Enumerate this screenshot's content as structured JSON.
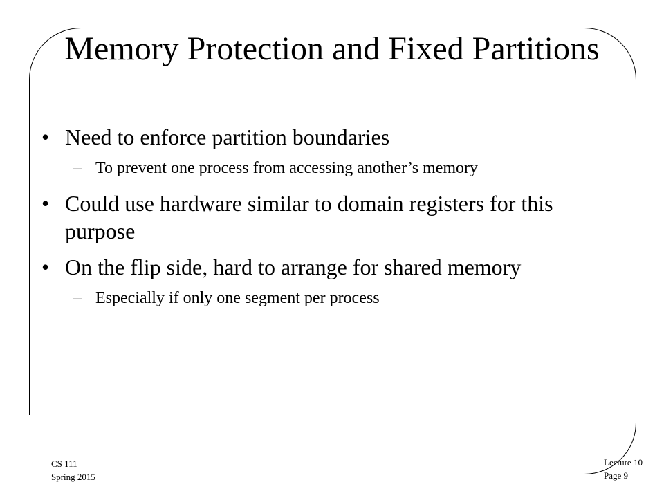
{
  "slide": {
    "title": "Memory Protection and Fixed Partitions",
    "bullet_symbol": "•",
    "dash_symbol": "–",
    "items": [
      {
        "text": "Need to enforce partition boundaries",
        "subitems": [
          {
            "text": "To prevent one process from accessing another’s memory"
          }
        ]
      },
      {
        "text": "Could use hardware similar to domain registers for this purpose",
        "subitems": []
      },
      {
        "text": "On the flip side, hard to arrange for shared memory",
        "subitems": [
          {
            "text": "Especially if only one segment per process"
          }
        ]
      }
    ]
  },
  "footer": {
    "course": "CS 111",
    "term": "Spring 2015",
    "lecture": "Lecture 10",
    "page": "Page 9"
  }
}
